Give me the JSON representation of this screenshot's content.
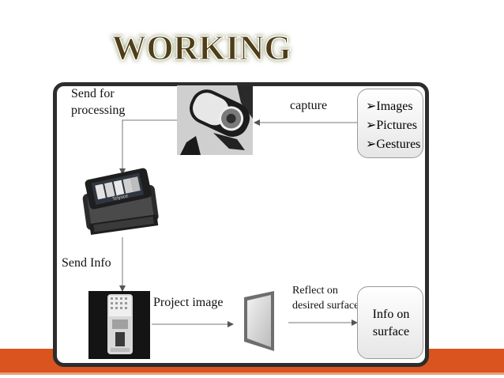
{
  "slide": {
    "title": "WORKING"
  },
  "diagram": {
    "labels": {
      "send_processing": "Send for processing",
      "capture": "capture",
      "send_info": "Send Info",
      "project_image": "Project image",
      "reflect": "Reflect on desired surface"
    },
    "input_box": {
      "items": [
        "Images",
        "Pictures",
        "Gestures"
      ],
      "bullet": "➢"
    },
    "output_box": {
      "text": "Info on surface"
    },
    "phone_brand": "Telyoce",
    "colors": {
      "accent_band": "#d9541e",
      "frame": "#2d2d2d",
      "title_fill": "#4f3e13"
    }
  }
}
